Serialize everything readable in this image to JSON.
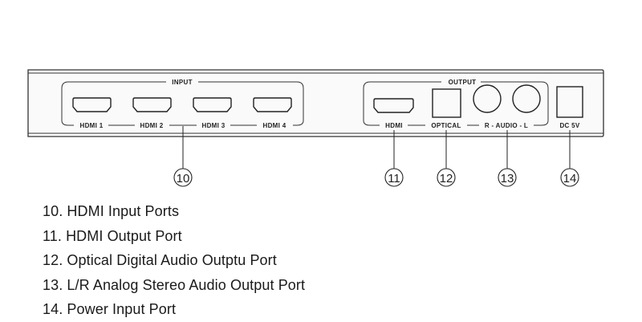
{
  "panel": {
    "input_group_label": "INPUT",
    "output_group_label": "OUTPUT",
    "input_ports": [
      {
        "label": "HDMI 1"
      },
      {
        "label": "HDMI 2"
      },
      {
        "label": "HDMI 3"
      },
      {
        "label": "HDMI 4"
      }
    ],
    "output_ports": {
      "hdmi": "HDMI",
      "optical": "OPTICAL",
      "audio": "R - AUDIO - L",
      "power": "DC 5V"
    }
  },
  "callouts": [
    "10",
    "11",
    "12",
    "13",
    "14"
  ],
  "legend": [
    "10. HDMI Input Ports",
    "11. HDMI Output Port",
    "12. Optical Digital Audio Outptu Port",
    "13. L/R Analog Stereo Audio Output Port",
    "14. Power Input Port"
  ]
}
